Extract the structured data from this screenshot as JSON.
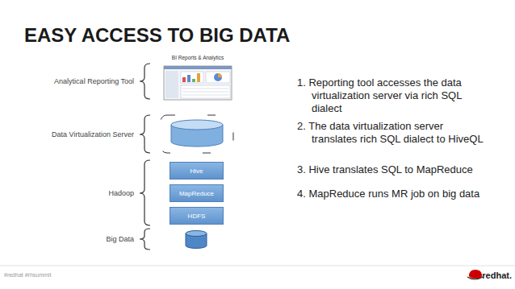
{
  "diagram": {
    "title": "EASY ACCESS TO BIG DATA",
    "nodes": [
      {
        "text": [
          "BI Reports & Analytics"
        ]
      },
      {
        "text": [
          "Hive"
        ]
      },
      {
        "text": [
          "MapReduce"
        ]
      },
      {
        "text": [
          "HDFS"
        ]
      }
    ],
    "labels": [
      "Analytical Reporting Tool",
      "Data Virtualization Server",
      "Hadoop",
      "Big Data",
      "1. Reporting tool accesses the data virtualization server via rich SQL dialect",
      "2. The data virtualization server translates rich SQL dialect to HiveQL",
      "3. Hive translates SQL to MapReduce",
      "4. MapReduce runs MR job on big data",
      "#redhat #rhsummit",
      "redhat."
    ]
  }
}
